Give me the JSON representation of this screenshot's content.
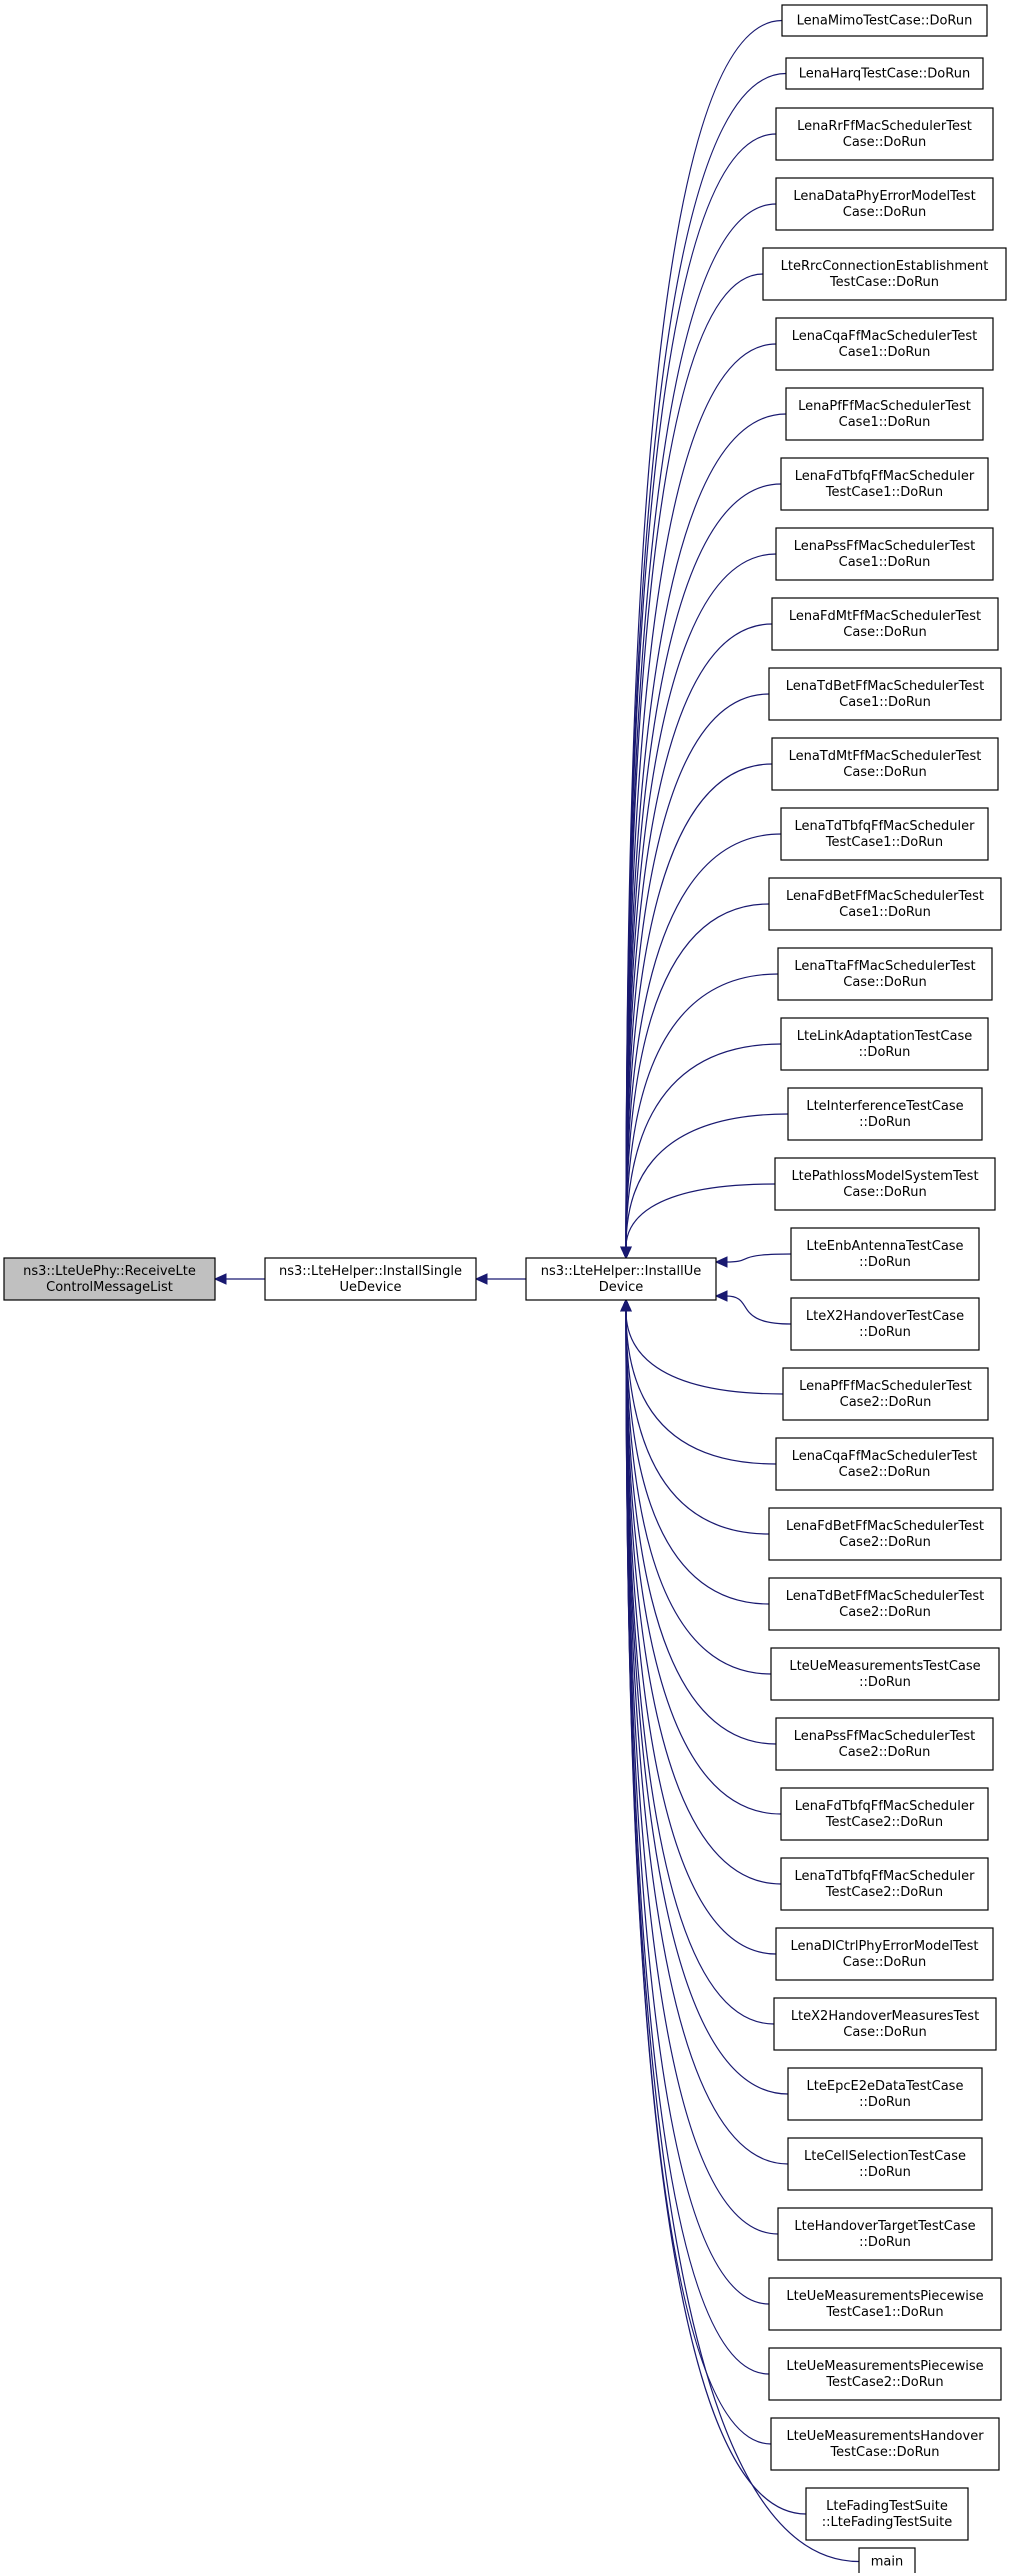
{
  "root": {
    "id": "receive",
    "lines": [
      "ns3::LteUePhy::ReceiveLte",
      "ControlMessageList"
    ]
  },
  "middle": [
    {
      "id": "install-single",
      "lines": [
        "ns3::LteHelper::InstallSingle",
        "UeDevice"
      ]
    },
    {
      "id": "install-ue",
      "lines": [
        "ns3::LteHelper::InstallUe",
        "Device"
      ]
    }
  ],
  "callers": [
    {
      "lines": [
        "LenaMimoTestCase::DoRun"
      ]
    },
    {
      "lines": [
        "LenaHarqTestCase::DoRun"
      ]
    },
    {
      "lines": [
        "LenaRrFfMacSchedulerTest",
        "Case::DoRun"
      ]
    },
    {
      "lines": [
        "LenaDataPhyErrorModelTest",
        "Case::DoRun"
      ]
    },
    {
      "lines": [
        "LteRrcConnectionEstablishment",
        "TestCase::DoRun"
      ]
    },
    {
      "lines": [
        "LenaCqaFfMacSchedulerTest",
        "Case1::DoRun"
      ]
    },
    {
      "lines": [
        "LenaPfFfMacSchedulerTest",
        "Case1::DoRun"
      ]
    },
    {
      "lines": [
        "LenaFdTbfqFfMacScheduler",
        "TestCase1::DoRun"
      ]
    },
    {
      "lines": [
        "LenaPssFfMacSchedulerTest",
        "Case1::DoRun"
      ]
    },
    {
      "lines": [
        "LenaFdMtFfMacSchedulerTest",
        "Case::DoRun"
      ]
    },
    {
      "lines": [
        "LenaTdBetFfMacSchedulerTest",
        "Case1::DoRun"
      ]
    },
    {
      "lines": [
        "LenaTdMtFfMacSchedulerTest",
        "Case::DoRun"
      ]
    },
    {
      "lines": [
        "LenaTdTbfqFfMacScheduler",
        "TestCase1::DoRun"
      ]
    },
    {
      "lines": [
        "LenaFdBetFfMacSchedulerTest",
        "Case1::DoRun"
      ]
    },
    {
      "lines": [
        "LenaTtaFfMacSchedulerTest",
        "Case::DoRun"
      ]
    },
    {
      "lines": [
        "LteLinkAdaptationTestCase",
        "::DoRun"
      ]
    },
    {
      "lines": [
        "LteInterferenceTestCase",
        "::DoRun"
      ]
    },
    {
      "lines": [
        "LtePathlossModelSystemTest",
        "Case::DoRun"
      ]
    },
    {
      "lines": [
        "LteEnbAntennaTestCase",
        "::DoRun"
      ]
    },
    {
      "lines": [
        "LteX2HandoverTestCase",
        "::DoRun"
      ]
    },
    {
      "lines": [
        "LenaPfFfMacSchedulerTest",
        "Case2::DoRun"
      ]
    },
    {
      "lines": [
        "LenaCqaFfMacSchedulerTest",
        "Case2::DoRun"
      ]
    },
    {
      "lines": [
        "LenaFdBetFfMacSchedulerTest",
        "Case2::DoRun"
      ]
    },
    {
      "lines": [
        "LenaTdBetFfMacSchedulerTest",
        "Case2::DoRun"
      ]
    },
    {
      "lines": [
        "LteUeMeasurementsTestCase",
        "::DoRun"
      ]
    },
    {
      "lines": [
        "LenaPssFfMacSchedulerTest",
        "Case2::DoRun"
      ]
    },
    {
      "lines": [
        "LenaFdTbfqFfMacScheduler",
        "TestCase2::DoRun"
      ]
    },
    {
      "lines": [
        "LenaTdTbfqFfMacScheduler",
        "TestCase2::DoRun"
      ]
    },
    {
      "lines": [
        "LenaDlCtrlPhyErrorModelTest",
        "Case::DoRun"
      ]
    },
    {
      "lines": [
        "LteX2HandoverMeasuresTest",
        "Case::DoRun"
      ]
    },
    {
      "lines": [
        "LteEpcE2eDataTestCase",
        "::DoRun"
      ]
    },
    {
      "lines": [
        "LteCellSelectionTestCase",
        "::DoRun"
      ]
    },
    {
      "lines": [
        "LteHandoverTargetTestCase",
        "::DoRun"
      ]
    },
    {
      "lines": [
        "LteUeMeasurementsPiecewise",
        "TestCase1::DoRun"
      ]
    },
    {
      "lines": [
        "LteUeMeasurementsPiecewise",
        "TestCase2::DoRun"
      ]
    },
    {
      "lines": [
        "LteUeMeasurementsHandover",
        "TestCase::DoRun"
      ]
    },
    {
      "lines": [
        "LteFadingTestSuite",
        "::LteFadingTestSuite"
      ]
    },
    {
      "lines": [
        "main"
      ]
    }
  ],
  "colors": {
    "edge": "#191970",
    "root_fill": "#c0c0c0",
    "node_fill": "#ffffff",
    "node_stroke": "#000000"
  }
}
